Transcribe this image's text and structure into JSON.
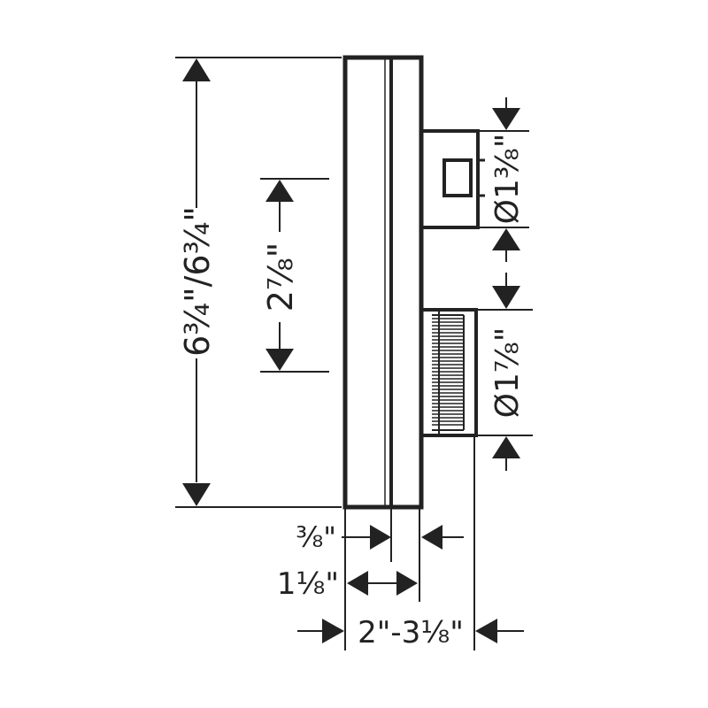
{
  "drawing": {
    "line_color": "#222222",
    "background": "#ffffff",
    "dimensions": {
      "overall_height": "6¾\"/6¾\"",
      "center_spacing": "2⅞\"",
      "top_handle_diameter": "Ø1⅜\"",
      "bottom_knob_diameter": "Ø1⅞\"",
      "trim_plate_depth": "⅜\"",
      "plate_total_depth": "1⅛\"",
      "overall_projection": "2\"-3⅛\""
    }
  }
}
